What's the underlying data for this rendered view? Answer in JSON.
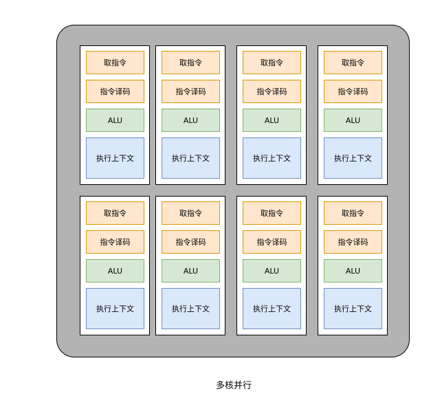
{
  "diagram": {
    "caption": "多核并行",
    "labels": {
      "fetch": "取指令",
      "decode": "指令译码",
      "alu": "ALU",
      "context": "执行上下文"
    },
    "colors": {
      "chip_fill": "#b3b3b3",
      "fetch_fill": "#ffe6cc",
      "fetch_border": "#d79b00",
      "decode_fill": "#ffe6cc",
      "decode_border": "#d79b00",
      "alu_fill": "#d5e8d4",
      "alu_border": "#82b366",
      "context_fill": "#dae8fc",
      "context_border": "#6c8ebf"
    }
  }
}
